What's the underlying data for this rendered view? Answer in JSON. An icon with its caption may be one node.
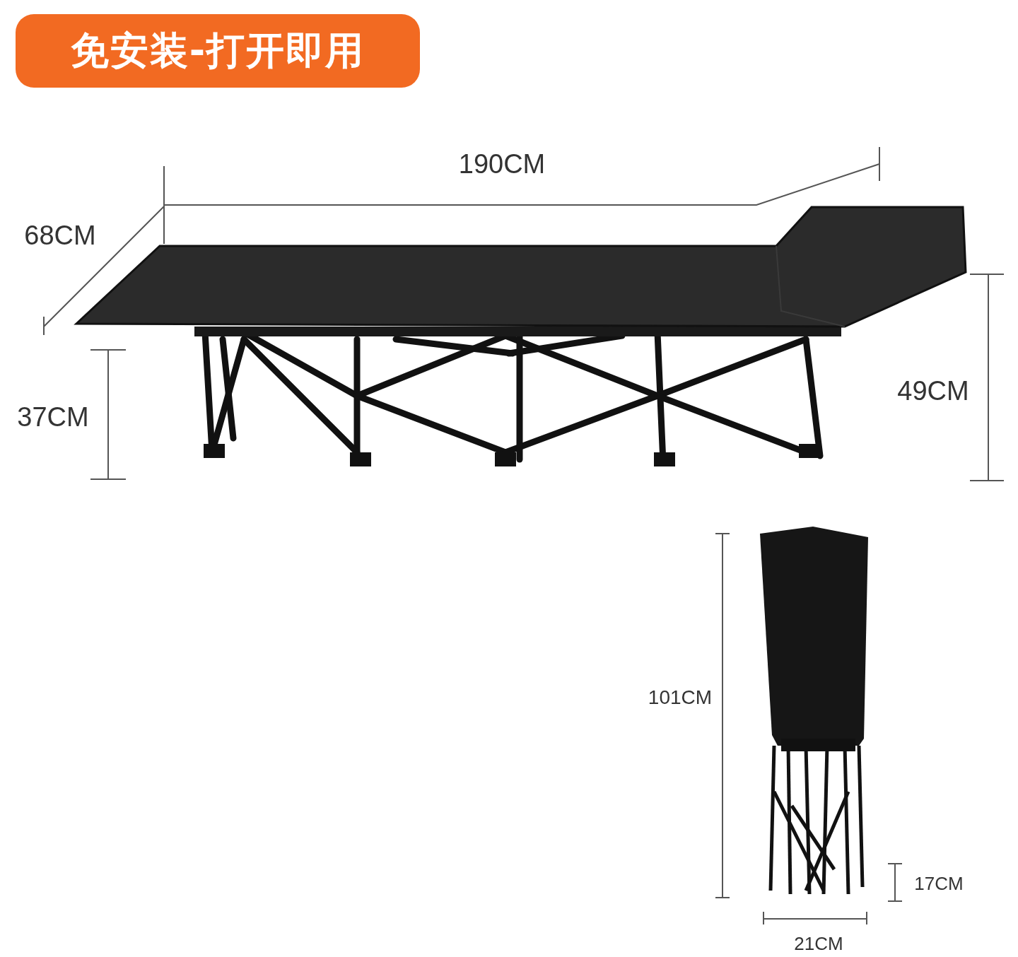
{
  "diagram": {
    "title": "免安装-打开即用",
    "labels": [
      "190CM",
      "68CM",
      "37CM",
      "49CM",
      "101CM",
      "17CM",
      "21CM"
    ]
  }
}
